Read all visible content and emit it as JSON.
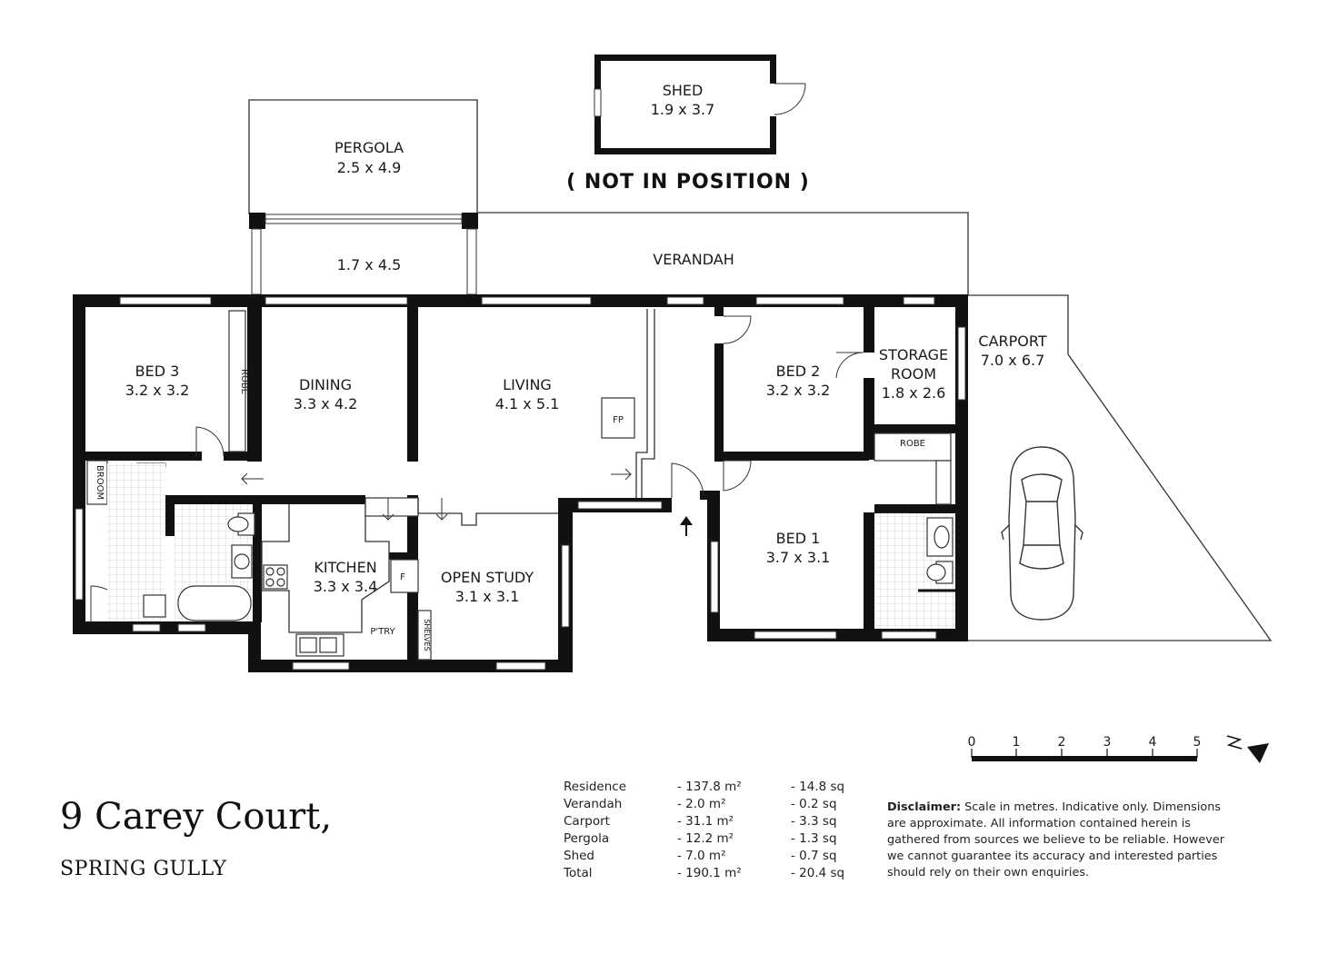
{
  "property": {
    "address": "9 Carey Court,",
    "suburb": "SPRING GULLY"
  },
  "notes": {
    "shed_position": "( NOT IN POSITION )"
  },
  "rooms": {
    "shed": {
      "name": "SHED",
      "dims": "1.9 x 3.7"
    },
    "pergola": {
      "name": "PERGOLA",
      "dims": "2.5 x 4.9"
    },
    "sunroom": {
      "dims": "1.7 x 4.5"
    },
    "verandah": {
      "name": "VERANDAH"
    },
    "bed3": {
      "name": "BED 3",
      "dims": "3.2 x 3.2"
    },
    "dining": {
      "name": "DINING",
      "dims": "3.3 x 4.2"
    },
    "living": {
      "name": "LIVING",
      "dims": "4.1 x 5.1"
    },
    "bed2": {
      "name": "BED 2",
      "dims": "3.2 x 3.2"
    },
    "storage": {
      "name1": "STORAGE",
      "name2": "ROOM",
      "dims": "1.8 x 2.6"
    },
    "carport": {
      "name": "CARPORT",
      "dims": "7.0 x 6.7"
    },
    "kitchen": {
      "name": "KITCHEN",
      "dims": "3.3 x 3.4"
    },
    "study": {
      "name": "OPEN STUDY",
      "dims": "3.1 x 3.1"
    },
    "bed1": {
      "name": "BED 1",
      "dims": "3.7 x 3.1"
    }
  },
  "fixtures": {
    "robe": "ROBE",
    "robe2": "ROBE",
    "broom": "BROOM",
    "fireplace": "FP",
    "fridge": "F",
    "pantry": "P'TRY",
    "shelves": "SHELVES"
  },
  "scale_bar": {
    "ticks": [
      "0",
      "1",
      "2",
      "3",
      "4",
      "5"
    ],
    "unit": "metres"
  },
  "areas": {
    "rows": [
      {
        "name": "Residence",
        "m2": "- 137.8 m²",
        "sq": "- 14.8 sq"
      },
      {
        "name": "Verandah",
        "m2": "-    2.0 m²",
        "sq": "-  0.2 sq"
      },
      {
        "name": "Carport",
        "m2": "-   31.1 m²",
        "sq": "-  3.3 sq"
      },
      {
        "name": "Pergola",
        "m2": "-   12.2 m²",
        "sq": "-  1.3 sq"
      },
      {
        "name": "Shed",
        "m2": "-    7.0 m²",
        "sq": "-  0.7 sq"
      },
      {
        "name": "Total",
        "m2": "- 190.1 m²",
        "sq": "- 20.4 sq"
      }
    ]
  },
  "disclaimer": {
    "label": "Disclaimer:",
    "text": "Scale in metres. Indicative only. Dimensions are approximate. All information contained herein is gathered from sources we believe to be reliable. However we cannot guarantee  its accuracy and interested parties should rely on their own enquiries."
  }
}
